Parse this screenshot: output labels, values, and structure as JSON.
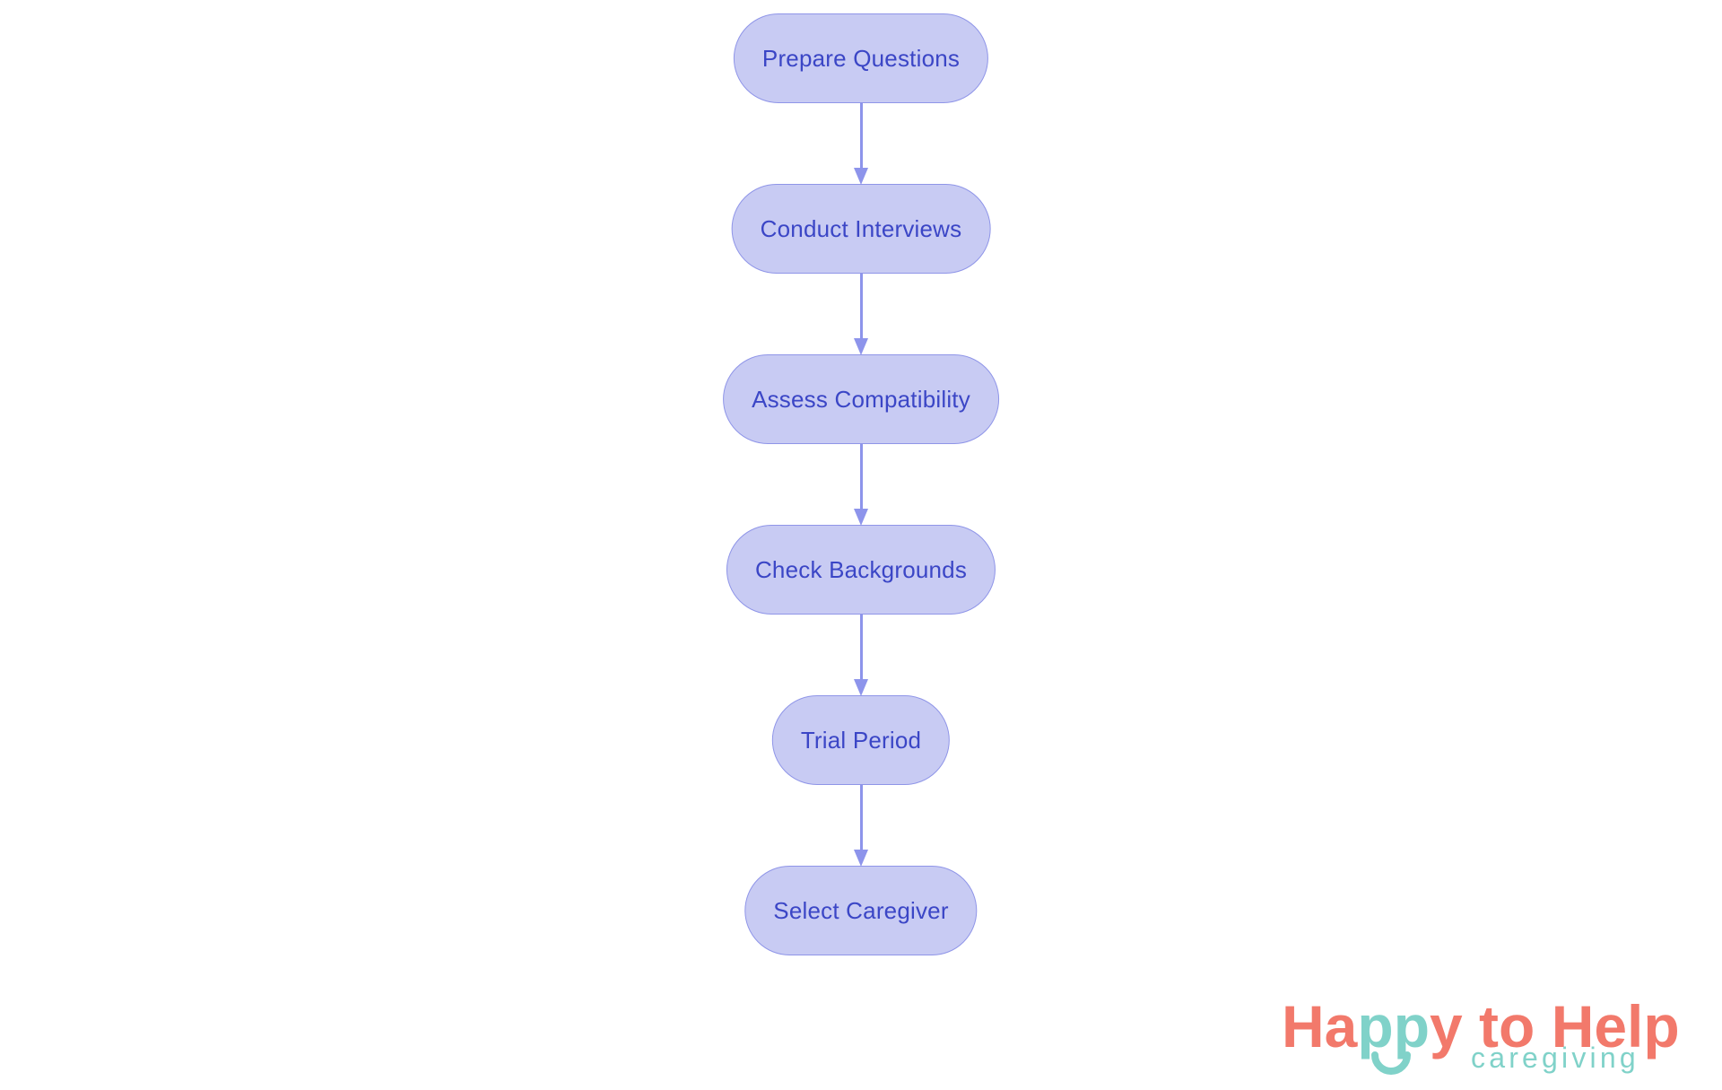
{
  "page": {
    "background": "#ffffff"
  },
  "flowchart": {
    "type": "vertical-flow",
    "nodes": [
      {
        "label": "Prepare Questions"
      },
      {
        "label": "Conduct Interviews"
      },
      {
        "label": "Assess Compatibility"
      },
      {
        "label": "Check Backgrounds"
      },
      {
        "label": "Trial Period"
      },
      {
        "label": "Select Caregiver"
      }
    ],
    "connections": [
      {
        "from": "Prepare Questions",
        "to": "Conduct Interviews"
      },
      {
        "from": "Conduct Interviews",
        "to": "Assess Compatibility"
      },
      {
        "from": "Assess Compatibility",
        "to": "Check Backgrounds"
      },
      {
        "from": "Check Backgrounds",
        "to": "Trial Period"
      },
      {
        "from": "Trial Period",
        "to": "Select Caregiver"
      }
    ],
    "colors": {
      "node_fill": "#c8cbf3",
      "node_border": "#8f95e8",
      "node_text": "#3b46c6",
      "arrow": "#8d94eb"
    }
  },
  "logo": {
    "parts": [
      {
        "text": "Ha",
        "color_role": "coral"
      },
      {
        "text": "pp",
        "color_role": "teal"
      },
      {
        "text": "y to Help",
        "color_role": "coral"
      }
    ],
    "tagline": "caregiving",
    "icon": "smile-icon",
    "colors": {
      "coral": "#f2796b",
      "teal": "#80d2c9"
    }
  }
}
